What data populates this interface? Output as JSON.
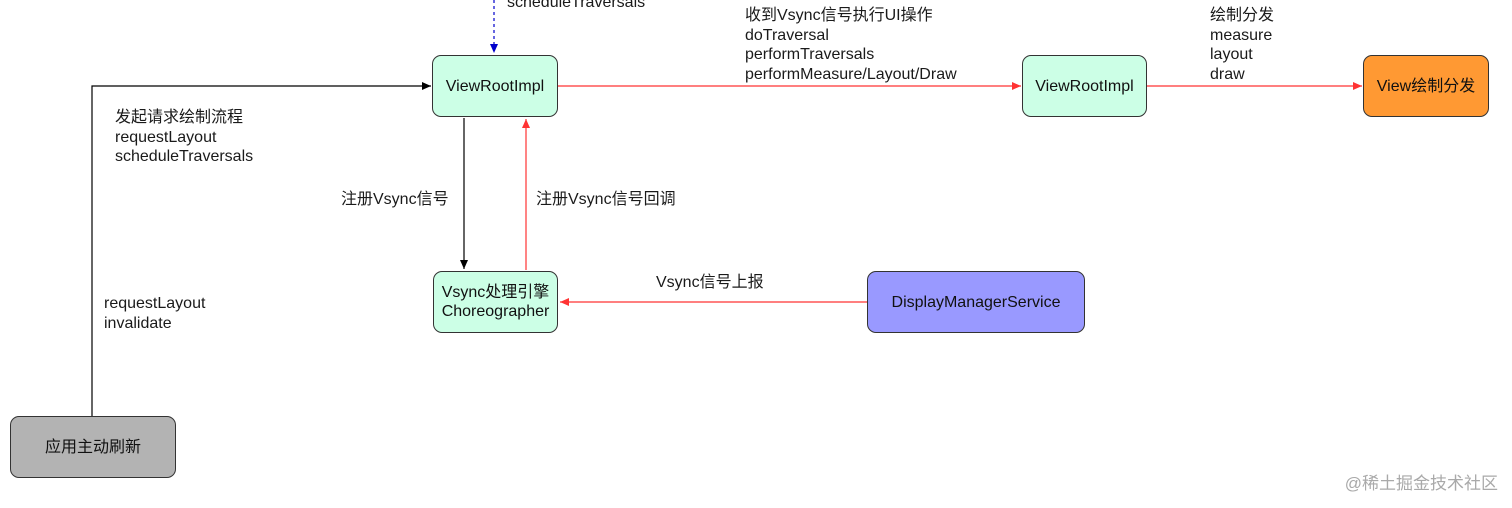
{
  "colors": {
    "view_root": "#ccffe6",
    "choreographer": "#ccffe6",
    "dispatch": "#ff9933",
    "display_manager": "#9999ff",
    "app": "#b3b3b3",
    "edge_red": "#ff3333",
    "edge_black": "#000000",
    "edge_blue_dashed": "#0000cc"
  },
  "nodes": {
    "view_root_impl_1": "ViewRootImpl",
    "view_root_impl_2": "ViewRootImpl",
    "view_dispatch": "View绘制分发",
    "choreographer": [
      "Vsync处理引擎",
      "Choreographer"
    ],
    "display_manager_service": "DisplayManagerService",
    "app_refresh": "应用主动刷新"
  },
  "edge_labels": {
    "top_cut": "scheduleTraversals",
    "app_request": [
      "发起请求绘制流程",
      "requestLayout",
      "scheduleTraversals"
    ],
    "app_triggers": [
      "requestLayout",
      "invalidate"
    ],
    "register_vsync": "注册Vsync信号",
    "register_callback": "注册Vsync信号回调",
    "vsync_report": "Vsync信号上报",
    "vsync_ui": [
      "收到Vsync信号执行UI操作",
      "doTraversal",
      "performTraversals",
      "performMeasure/Layout/Draw"
    ],
    "draw_dispatch": [
      "绘制分发",
      "measure",
      "layout",
      "draw"
    ]
  },
  "watermark": "@稀土掘金技术社区"
}
